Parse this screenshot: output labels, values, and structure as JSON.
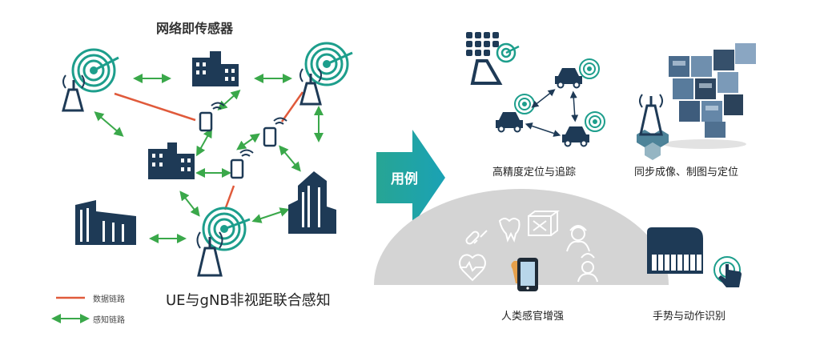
{
  "left_title": "网络即传感器",
  "left_caption": "UE与gNB非视距联合感知",
  "legend": {
    "data_link": "数据链路",
    "sense_link": "感知链路"
  },
  "center_arrow_label": "用例",
  "use_cases": [
    {
      "label": "高精度定位与追踪"
    },
    {
      "label": "同步成像、制图与定位"
    },
    {
      "label": "人类感官增强"
    },
    {
      "label": "手势与动作识别"
    }
  ],
  "colors": {
    "teal": "#1d9e8c",
    "navy": "#1e3a56",
    "data_link": "#e05a3b",
    "sense_link": "#3aa84a",
    "arrow_from": "#27a594",
    "arrow_to": "#1aa2b5"
  }
}
